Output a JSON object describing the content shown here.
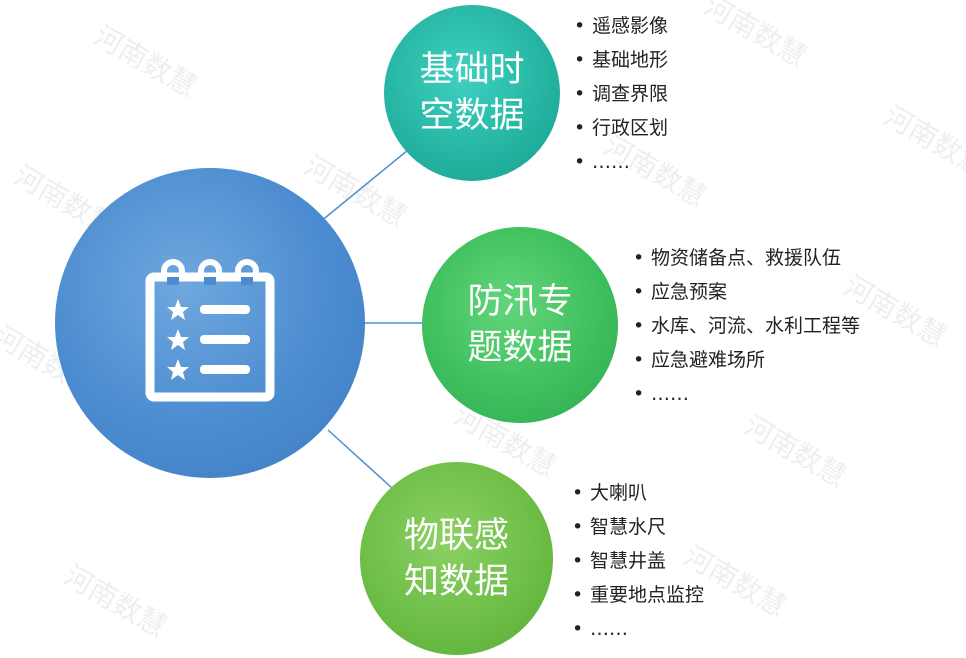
{
  "watermark_text": "河南数慧",
  "hub": {
    "icon": "checklist-icon"
  },
  "nodes": [
    {
      "label_line1": "基础时",
      "label_line2": "空数据",
      "color": "#24b3a0",
      "items": [
        "遥感影像",
        "基础地形",
        "调查界限",
        "行政区划",
        "……"
      ]
    },
    {
      "label_line1": "防汛专",
      "label_line2": "题数据",
      "color": "#3cbd5c",
      "items": [
        "物资储备点、救援队伍",
        "应急预案",
        "水库、河流、水利工程等",
        "应急避难场所",
        "……"
      ]
    },
    {
      "label_line1": "物联感",
      "label_line2": "知数据",
      "color": "#6bbd45",
      "items": [
        "大喇叭",
        "智慧水尺",
        "智慧井盖",
        "重要地点监控",
        "……"
      ]
    }
  ],
  "bullet": "•"
}
